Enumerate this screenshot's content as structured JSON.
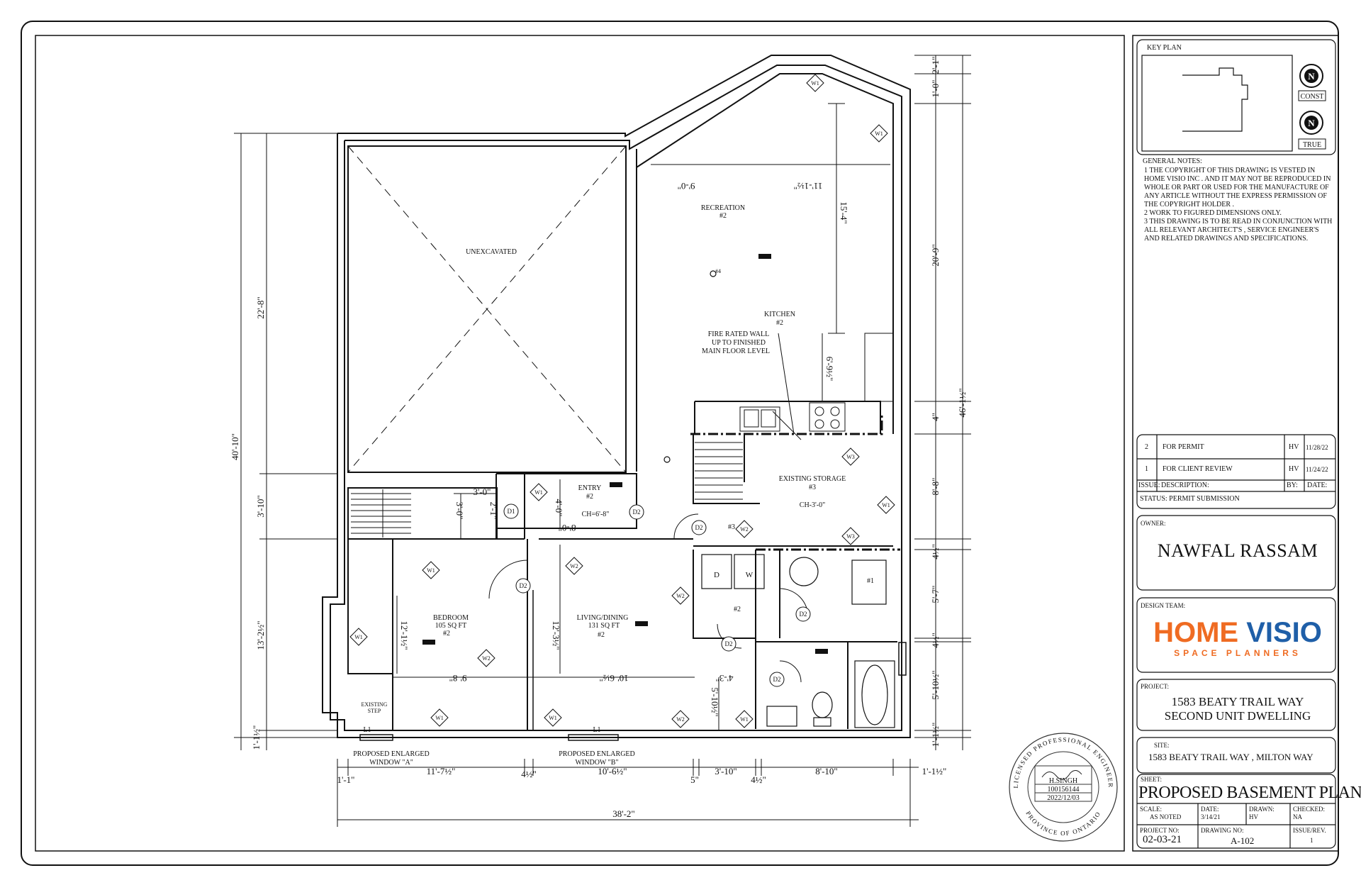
{
  "key_plan": {
    "title": "KEY PLAN",
    "north_const": "CONST",
    "north_true": "TRUE",
    "north_letter": "N"
  },
  "general_notes": {
    "title": "GENERAL NOTES:",
    "items": [
      "1   THE COPYRIGHT OF THIS DRAWING IS VESTED IN HOME VISIO INC  . AND IT MAY NOT BE REPRODUCED IN WHOLE OR PART OR USED FOR THE MANUFACTURE OF ANY ARTICLE WITHOUT THE EXPRESS PERMISSION OF THE COPYRIGHT HOLDER    .",
      "2   WORK TO FIGURED DIMENSIONS ONLY.",
      "3     THIS DRAWING IS TO BE READ IN CONJUNCTION WITH ALL RELEVANT ARCHITECT'S  , SERVICE ENGINEER'S AND RELATED DRAWINGS AND SPECIFICATIONS."
    ]
  },
  "issues": {
    "rows": [
      {
        "no": "2",
        "description": "FOR PERMIT",
        "by": "HV",
        "date": "11/28/22"
      },
      {
        "no": "1",
        "description": "FOR CLIENT REVIEW",
        "by": "HV",
        "date": "11/24/22"
      }
    ],
    "header_issue": "ISSUE:",
    "header_description": "DESCRIPTION:",
    "header_by": "BY:",
    "header_date": "DATE:",
    "status": "STATUS: PERMIT SUBMISSION"
  },
  "owner": {
    "label": "OWNER:",
    "name": "NAWFAL RASSAM"
  },
  "design_team": {
    "label": "DESIGN TEAM:",
    "logo_home": "HOME",
    "logo_visio": "VISIO",
    "logo_sub": "SPACE PLANNERS",
    "orange": "#ef6b22",
    "blue": "#1f5fa8"
  },
  "project": {
    "label": "PROJECT:",
    "line1": "1583 BEATY TRAIL WAY",
    "line2": "SECOND UNIT DWELLING"
  },
  "site": {
    "label": "SITE:",
    "value": "1583 BEATY TRAIL WAY , MILTON WAY"
  },
  "sheet": {
    "label": "SHEET:",
    "title": "PROPOSED BASEMENT PLAN"
  },
  "info": {
    "scale_label": "SCALE:",
    "scale": "AS NOTED",
    "date_label": "DATE:",
    "date": "3/14/21",
    "drawn_label": "DRAWN:",
    "drawn": "HV",
    "checked_label": "CHECKED:",
    "checked": "NA",
    "project_no_label": "PROJECT NO:",
    "project_no": "02-03-21",
    "drawing_no_label": "DRAWING NO:",
    "drawing_no": "A-102",
    "rev_label": "ISSUE/REV.",
    "rev": "1"
  },
  "stamp": {
    "top_text": "LICENSED PROFESSIONAL ENGINEER",
    "bottom_text": "PROVINCE OF ONTARIO",
    "name": "H.SINGH",
    "number": "100156144",
    "date": "2022/12/03"
  },
  "rooms": {
    "unexcavated": "UNEXCAVATED",
    "recreation": "RECREATION",
    "recreation_no": "#2",
    "kitchen": "KITCHEN",
    "kitchen_no": "#2",
    "fire_wall_1": "FIRE RATED WALL",
    "fire_wall_2": "UP TO FINISHED",
    "fire_wall_3": "MAIN FLOOR LEVEL",
    "storage": "EXISTING STORAGE",
    "storage_no": "#3",
    "storage_ch": "CH-3'-0\"",
    "entry": "ENTRY",
    "entry_no": "#2",
    "entry_ch": "CH=6'-8\"",
    "bedroom": "BEDROOM",
    "bedroom_area": "105 SQ FT",
    "bedroom_no": "#2",
    "living": "LIVING/DINING",
    "living_area": "131 SQ FT",
    "living_no": "#2",
    "laundry_no": "#2",
    "stair_no": "#3",
    "furnace_no": "#4",
    "tank_no": "#1",
    "existing_step_1": "EXISTING",
    "existing_step_2": "STEP",
    "window_a_1": "PROPOSED ENLARGED",
    "window_a_2": "WINDOW \"A\"",
    "window_b_1": "PROPOSED ENLARGED",
    "window_b_2": "WINDOW \"B\"",
    "lintel": "L1",
    "dryer": "D",
    "washer": "W"
  },
  "tags": {
    "w1": "W1",
    "w2": "W2",
    "w3": "W3",
    "d1": "D1",
    "d2": "D2"
  },
  "dims": {
    "left_total": "40'-10\"",
    "left_upper": "22'-8\"",
    "left_mid": "3'-10\"",
    "left_lower": "13'-2½\"",
    "left_bottom": "1'-1½\"",
    "right_total": "46'-1½\"",
    "right_top1": "2'-1\"",
    "right_top2": "1'-0\"",
    "right_rec": "20'-9\"",
    "right_4": "4\"",
    "right_storage": "8'-8\"",
    "right_half1": "4½\"",
    "right_laundry": "5'-7\"",
    "right_half2": "4½\"",
    "right_bath": "5'-10½\"",
    "right_bottom": "1'-1½\"",
    "bottom_total": "38'-2\"",
    "bottom_1": "1'-1\"",
    "bottom_2": "11'-7½\"",
    "bottom_3": "4½\"",
    "bottom_4": "10'-6½\"",
    "bottom_5": "5\"",
    "bottom_6": "3'-10\"",
    "bottom_7": "4½\"",
    "bottom_8": "8'-10\"",
    "bottom_9": "1'-1½\"",
    "rec_w1": "9'-0\"",
    "rec_w2": "11'-1½\"",
    "rec_h": "15'-4\"",
    "kitchen_h": "6'-9½\"",
    "entry_w": "8'-0\"",
    "entry_h": "4'-0\"",
    "stair_w": "3'-0\"",
    "stair_h": "3'-0\"",
    "stair_d": "2'-1\"",
    "bed_w": "9'-8\"",
    "bed_h": "12'-1½\"",
    "liv_w": "10'-6½\"",
    "liv_h": "12'-3½\"",
    "laundry_w": "4'-3\"",
    "bath_h": "5'-10½\""
  }
}
